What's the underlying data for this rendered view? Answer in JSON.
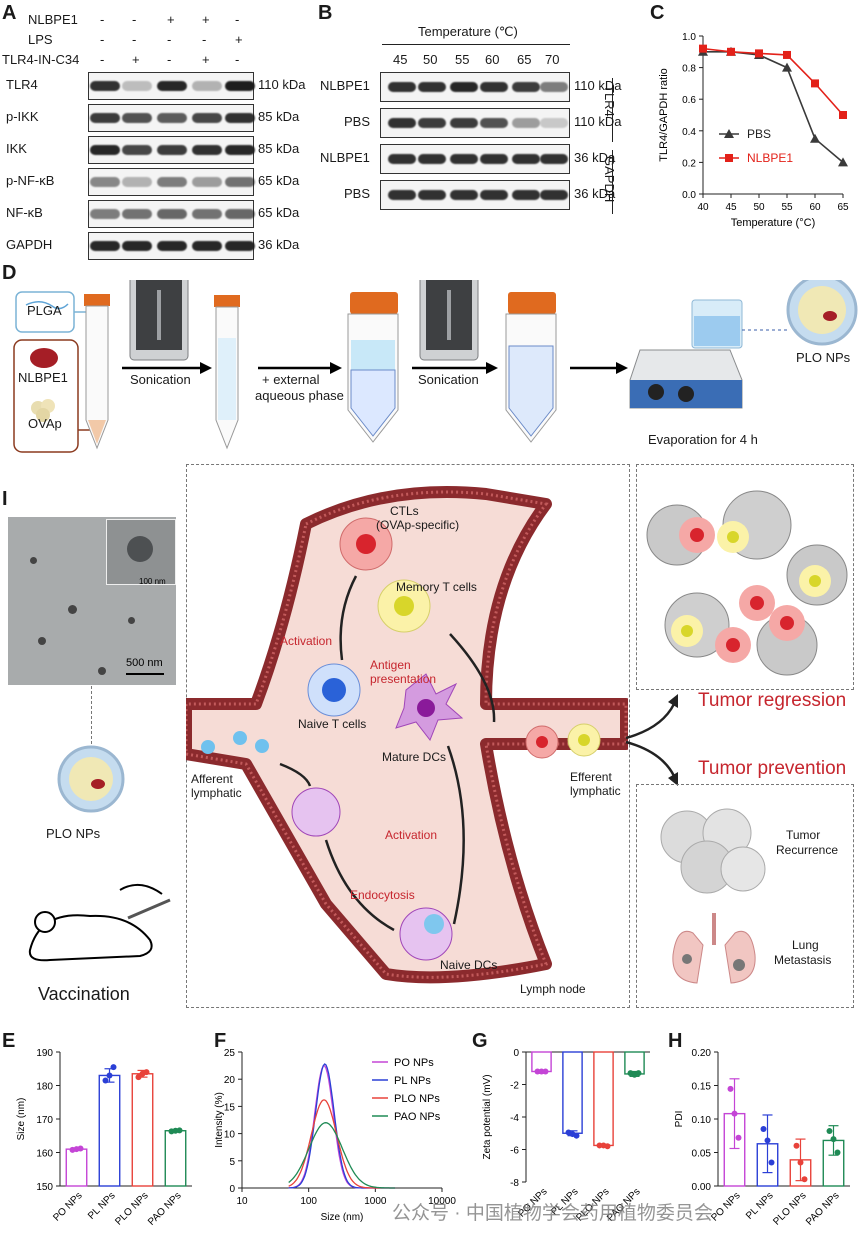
{
  "panels": {
    "A": "A",
    "B": "B",
    "C": "C",
    "D": "D",
    "I": "I",
    "E": "E",
    "F": "F",
    "G": "G",
    "H": "H"
  },
  "panelA": {
    "treatments": [
      {
        "name": "NLBPE1",
        "signs": [
          "-",
          "-",
          "+",
          "+",
          "-"
        ]
      },
      {
        "name": "LPS",
        "signs": [
          "-",
          "-",
          "-",
          "-",
          "+"
        ]
      },
      {
        "name": "TLR4-IN-C34",
        "signs": [
          "-",
          "+",
          "-",
          "+",
          "-"
        ]
      }
    ],
    "blots": [
      {
        "protein": "TLR4",
        "size": "110 kDa"
      },
      {
        "protein": "p-IKK",
        "size": "85 kDa"
      },
      {
        "protein": "IKK",
        "size": "85 kDa"
      },
      {
        "protein": "p-NF-κB",
        "size": "65 kDa"
      },
      {
        "protein": "NF-κB",
        "size": "65 kDa"
      },
      {
        "protein": "GAPDH",
        "size": "36 kDa"
      }
    ]
  },
  "panelB": {
    "header": "Temperature (℃)",
    "temps": [
      "45",
      "50",
      "55",
      "60",
      "65",
      "70"
    ],
    "blots": [
      {
        "treatment": "NLBPE1",
        "size": "110 kDa"
      },
      {
        "treatment": "PBS",
        "size": "110 kDa"
      },
      {
        "treatment": "NLBPE1",
        "size": "36 kDa"
      },
      {
        "treatment": "PBS",
        "size": "36 kDa"
      }
    ],
    "group_labels": [
      "TLR4",
      "GAPDH"
    ]
  },
  "panelD": {
    "plga": "PLGA",
    "nlbpe1": "NLBPE1",
    "ovap": "OVAp",
    "step1": "Sonication",
    "step2_line1": "+ external",
    "step2_line2": "aqueous phase",
    "step3": "Sonication",
    "final": "PLO NPs",
    "evap": "Evaporation for 4 h"
  },
  "panelI": {
    "scale_small": "100 nm",
    "scale_large": "500 nm",
    "plo": "PLO NPs",
    "vaccination": "Vaccination",
    "ctl_line1": "CTLs",
    "ctl_line2": "(OVAp-specific)",
    "memory": "Memory T cells",
    "activation1": "Activation",
    "antigen_line1": "Antigen",
    "antigen_line2": "presentation",
    "naive_t": "Naive T cells",
    "mature_dc": "Mature DCs",
    "afferent_line1": "Afferent",
    "afferent_line2": "lymphatic",
    "activation2": "Activation",
    "endocytosis": "Endocytosis",
    "naive_dc": "Naive DCs",
    "lymph_node": "Lymph node",
    "efferent_line1": "Efferent",
    "efferent_line2": "lymphatic",
    "regression": "Tumor regression",
    "prevention": "Tumor prevention",
    "recurrence_line1": "Tumor",
    "recurrence_line2": "Recurrence",
    "lung_line1": "Lung",
    "lung_line2": "Metastasis"
  },
  "watermark": "公众号 · 中国植物学会药用植物委员会",
  "colors": {
    "po": "#c445d6",
    "pl": "#2b3fd6",
    "plo": "#e8423a",
    "pao": "#1f8a55",
    "red_text": "#c6262e",
    "pbs": "#3a3a3a",
    "nlbpe1": "#e32119"
  },
  "chart_data": [
    {
      "id": "C",
      "type": "line",
      "xlabel": "Temperature (°C)",
      "ylabel": "TLR4/GAPDH ratio",
      "x": [
        40,
        45,
        50,
        55,
        60,
        65
      ],
      "xticks": [
        "40",
        "45",
        "50",
        "55",
        "60",
        "65"
      ],
      "yticks": [
        "0.0",
        "0.2",
        "0.4",
        "0.6",
        "0.8",
        "1.0"
      ],
      "ylim": [
        0,
        1.0
      ],
      "legend": "right",
      "series": [
        {
          "name": "PBS",
          "values": [
            0.9,
            0.9,
            0.88,
            0.8,
            0.35,
            0.2
          ]
        },
        {
          "name": "NLBPE1",
          "values": [
            0.92,
            0.9,
            0.89,
            0.88,
            0.7,
            0.5
          ]
        }
      ]
    },
    {
      "id": "E",
      "type": "bar",
      "ylabel": "Size (nm)",
      "categories": [
        "PO NPs",
        "PL NPs",
        "PLO NPs",
        "PAO NPs"
      ],
      "values": [
        161,
        183,
        183.5,
        166.5
      ],
      "errors": [
        0.3,
        2.0,
        1.0,
        0.2
      ],
      "points": [
        [
          160.8,
          161,
          161.2
        ],
        [
          181.5,
          183,
          185.5
        ],
        [
          182.5,
          183.5,
          184
        ],
        [
          166.3,
          166.5,
          166.6
        ]
      ],
      "ylim": [
        150,
        190
      ],
      "yticks": [
        "150",
        "160",
        "170",
        "180",
        "190"
      ]
    },
    {
      "id": "F",
      "type": "line",
      "xlabel": "Size (nm)",
      "ylabel": "Intensity (%)",
      "xscale": "log",
      "xlim": [
        10,
        10000
      ],
      "xticks": [
        "10",
        "100",
        "1000",
        "10000"
      ],
      "yticks": [
        "0",
        "5",
        "10",
        "15",
        "20",
        "25"
      ],
      "ylim": [
        0,
        25
      ],
      "legend": "top-right",
      "series": [
        {
          "name": "PO NPs",
          "peak": 22.5,
          "center": 170,
          "width": 0.14
        },
        {
          "name": "PL NPs",
          "peak": 22.8,
          "center": 175,
          "width": 0.14
        },
        {
          "name": "PLO NPs",
          "peak": 16.2,
          "center": 170,
          "width": 0.19
        },
        {
          "name": "PAO NPs",
          "peak": 12.0,
          "center": 180,
          "width": 0.25
        }
      ]
    },
    {
      "id": "G",
      "type": "bar",
      "ylabel": "Zeta potential (mV)",
      "categories": [
        "PO NPs",
        "PL NPs",
        "PLO NPs",
        "PAO NPs"
      ],
      "values": [
        -1.2,
        -5.0,
        -5.75,
        -1.35
      ],
      "errors": [
        0.05,
        0.15,
        0.05,
        0.15
      ],
      "points": [
        [
          -1.2,
          -1.2,
          -1.2
        ],
        [
          -4.95,
          -5.05,
          -5.15
        ],
        [
          -5.75,
          -5.75,
          -5.8
        ],
        [
          -1.3,
          -1.4,
          -1.3
        ]
      ],
      "ylim": [
        -8,
        0
      ],
      "yticks": [
        "0",
        "-2",
        "-4",
        "-6",
        "-8"
      ]
    },
    {
      "id": "H",
      "type": "bar",
      "ylabel": "PDI",
      "categories": [
        "PO NPs",
        "PL NPs",
        "PLO NPs",
        "PAO NPs"
      ],
      "values": [
        0.108,
        0.063,
        0.039,
        0.068
      ],
      "errors": [
        0.052,
        0.043,
        0.031,
        0.022
      ],
      "points": [
        [
          0.145,
          0.108,
          0.072
        ],
        [
          0.085,
          0.068,
          0.035
        ],
        [
          0.06,
          0.035,
          0.01
        ],
        [
          0.082,
          0.07,
          0.05
        ]
      ],
      "ylim": [
        0,
        0.2
      ],
      "yticks": [
        "0.00",
        "0.05",
        "0.10",
        "0.15",
        "0.20"
      ]
    }
  ]
}
